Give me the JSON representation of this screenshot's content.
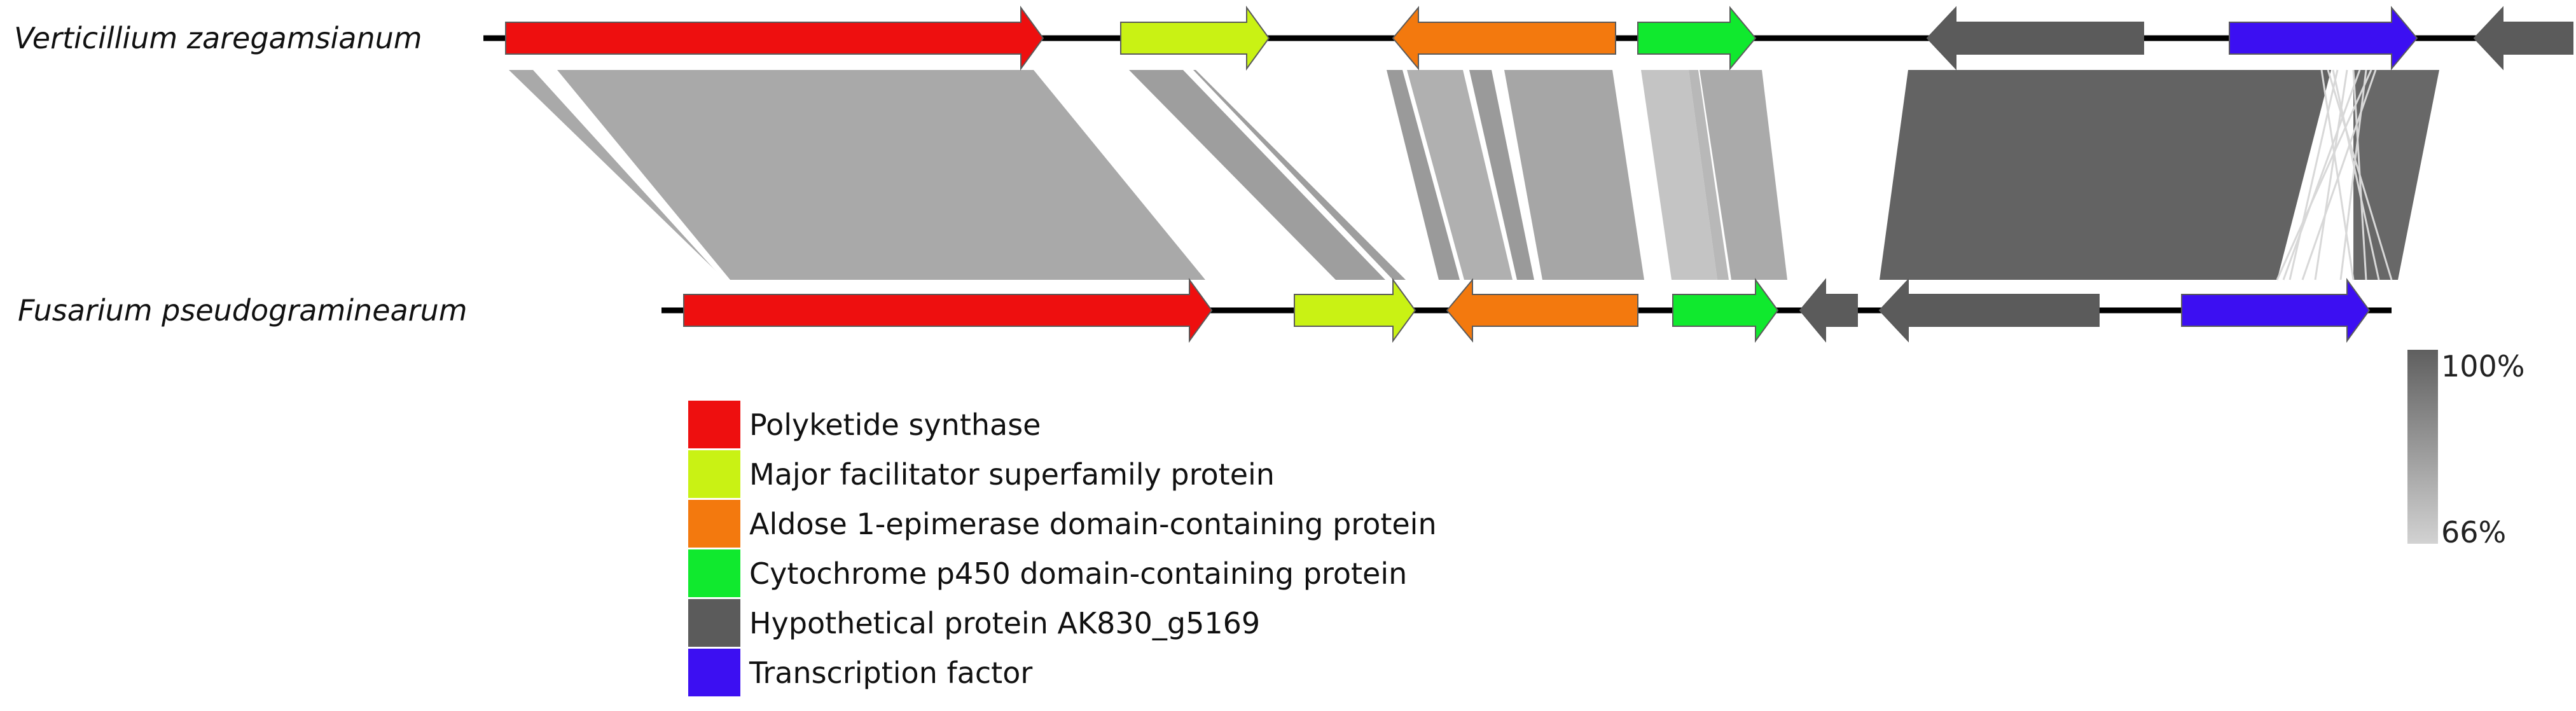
{
  "genomes": [
    {
      "id": "top",
      "name": "Verticillium zaregamsianum"
    },
    {
      "id": "bottom",
      "name": "Fusarium pseudograminearum"
    }
  ],
  "genes": {
    "top": [
      {
        "type": "pks",
        "strand": 1
      },
      {
        "type": "mfs",
        "strand": 1
      },
      {
        "type": "aldose",
        "strand": -1
      },
      {
        "type": "p450",
        "strand": 1
      },
      {
        "type": "hypo",
        "strand": -1
      },
      {
        "type": "tf",
        "strand": 1
      },
      {
        "type": "hypo",
        "strand": -1
      }
    ],
    "bottom": [
      {
        "type": "pks",
        "strand": 1
      },
      {
        "type": "mfs",
        "strand": 1
      },
      {
        "type": "aldose",
        "strand": -1
      },
      {
        "type": "p450",
        "strand": 1
      },
      {
        "type": "hypo",
        "strand": -1
      },
      {
        "type": "hypo",
        "strand": -1
      },
      {
        "type": "tf",
        "strand": 1
      }
    ]
  },
  "legend": [
    {
      "type": "pks",
      "label": "Polyketide synthase",
      "color": "#ee0f0f"
    },
    {
      "type": "mfs",
      "label": "Major facilitator superfamily protein",
      "color": "#c9f214"
    },
    {
      "type": "aldose",
      "label": "Aldose 1-epimerase domain-containing protein",
      "color": "#f3790e"
    },
    {
      "type": "p450",
      "label": "Cytochrome p450 domain-containing protein",
      "color": "#10e92e"
    },
    {
      "type": "hypo",
      "label": "Hypothetical protein AK830_g5169",
      "color": "#5b5b5b"
    },
    {
      "type": "tf",
      "label": "Transcription factor",
      "color": "#3c0ff2"
    }
  ],
  "identity_scale": {
    "max_label": "100%",
    "min_label": "66%",
    "max_color": "#5f5f5f",
    "min_color": "#d2d2d2"
  }
}
